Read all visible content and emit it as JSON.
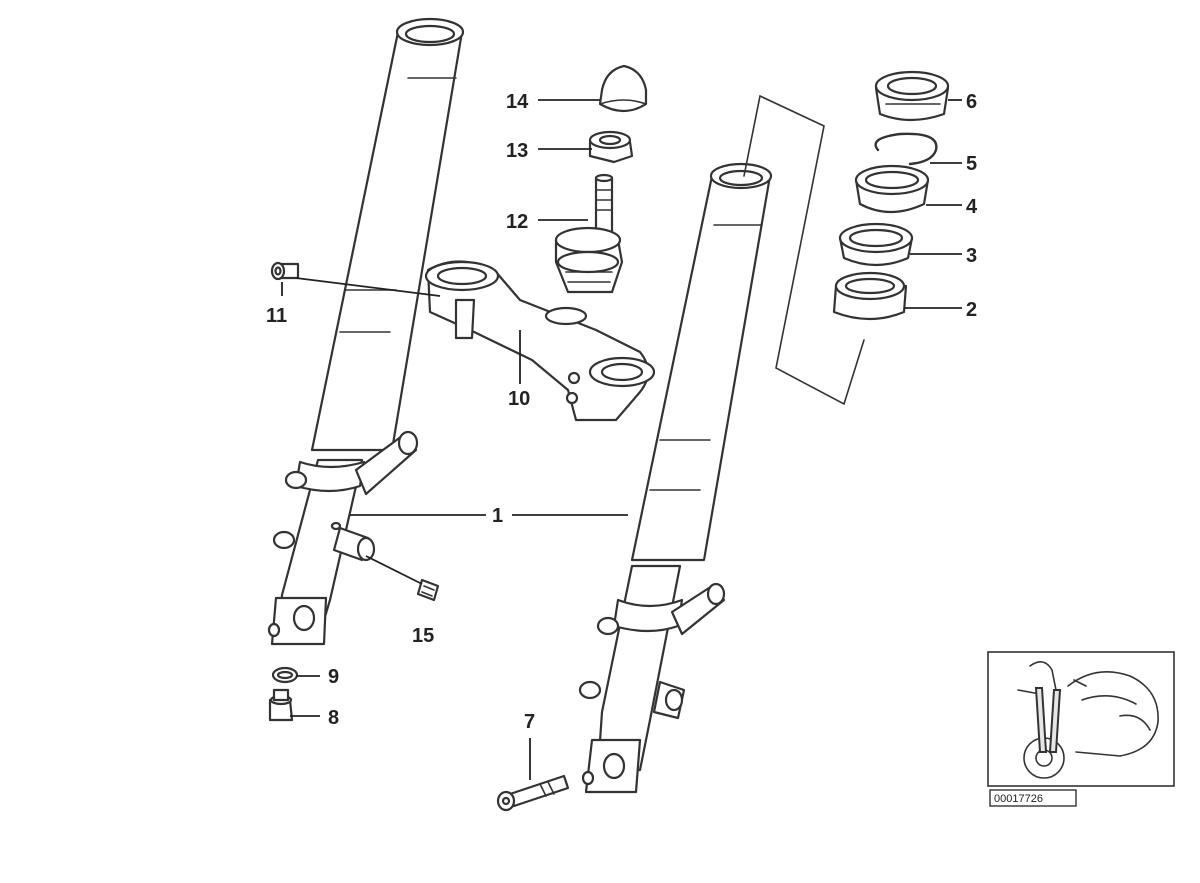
{
  "callouts": {
    "c1": "1",
    "c2": "2",
    "c3": "3",
    "c4": "4",
    "c5": "5",
    "c6": "6",
    "c7": "7",
    "c8": "8",
    "c9": "9",
    "c10": "10",
    "c11": "11",
    "c12": "12",
    "c13": "13",
    "c14": "14",
    "c15": "15"
  },
  "diagram_code": "00017726"
}
